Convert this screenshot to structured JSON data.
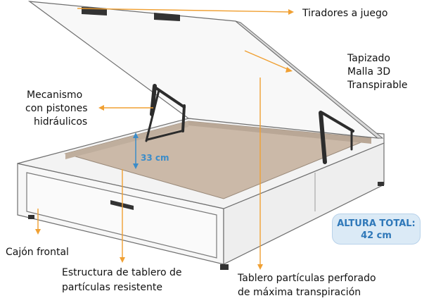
{
  "labels": {
    "handles": "Tiradores a juego",
    "upholstery": [
      "Tapizado",
      "Malla 3D",
      "Transpirable"
    ],
    "mechanism": [
      "Mecanismo",
      "con pistones",
      "hidráulicos"
    ],
    "front_drawer": "Cajón frontal",
    "structure": [
      "Estructura de tablero de",
      "partículas resistente"
    ],
    "board": [
      "Tablero partículas perforado",
      "de máxima transpiración"
    ]
  },
  "measure": {
    "depth": "33 cm"
  },
  "badge": {
    "title": "ALTURA TOTAL:",
    "value": "42 cm"
  },
  "colors": {
    "arrow": "#f0a033",
    "accent_blue": "#3b8cc9",
    "badge_bg": "#dbeaf6",
    "outline": "#6f6f6f",
    "inner_floor": "#cbb9a8"
  }
}
